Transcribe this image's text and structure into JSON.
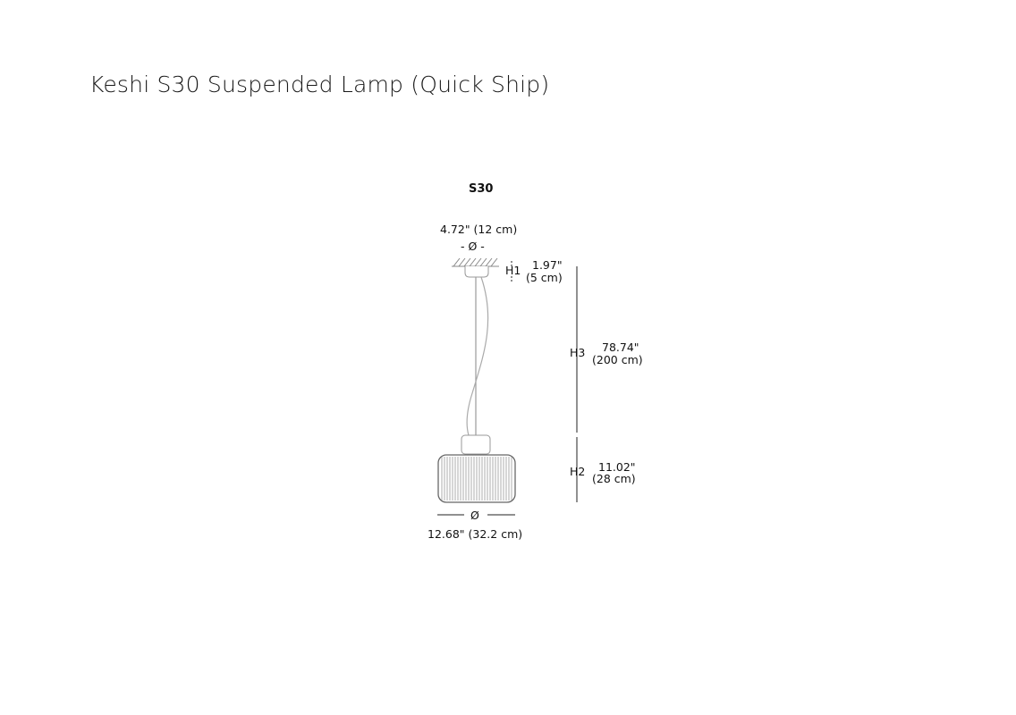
{
  "title": "Keshi S30 Suspended Lamp (Quick Ship)",
  "model": "S30",
  "dimensions": {
    "canopy_diameter": "4.72\" (12 cm)",
    "diameter_symbol": "Ø",
    "h1_label": "H1",
    "h1_in": "1.97\"",
    "h1_cm": "(5 cm)",
    "h3_label": "H3",
    "h3_in": "78.74\"",
    "h3_cm": "(200 cm)",
    "h2_label": "H2",
    "h2_in": "11.02\"",
    "h2_cm": "(28 cm)",
    "shade_diameter": "12.68\" (32.2 cm)"
  }
}
